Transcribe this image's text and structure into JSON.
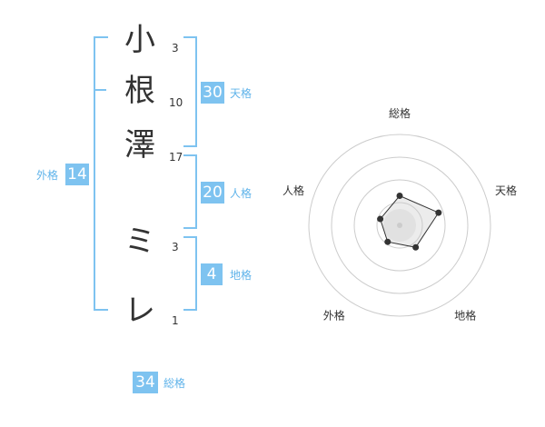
{
  "name_chars": [
    {
      "char": "小",
      "strokes": "3"
    },
    {
      "char": "根",
      "strokes": "10"
    },
    {
      "char": "澤",
      "strokes": "17"
    },
    {
      "char": "ミ",
      "strokes": "3"
    },
    {
      "char": "レ",
      "strokes": "1"
    }
  ],
  "fortunes": {
    "tenkaku": {
      "value": "30",
      "label": "天格"
    },
    "jinkaku": {
      "value": "20",
      "label": "人格"
    },
    "chikaku": {
      "value": "4",
      "label": "地格"
    },
    "gaikaku": {
      "value": "14",
      "label": "外格"
    },
    "soukaku": {
      "value": "34",
      "label": "総格"
    }
  },
  "radar": {
    "axis_labels": [
      "総格",
      "天格",
      "地格",
      "外格",
      "人格"
    ],
    "max": 4,
    "values": [
      1.3,
      1.8,
      1.2,
      0.9,
      0.9
    ],
    "line_color": "#333333",
    "fill_color": "#eeeeee",
    "ring_color": "#cccccc"
  },
  "colors": {
    "accent": "#7ec3f0",
    "label": "#5fb3ea"
  }
}
